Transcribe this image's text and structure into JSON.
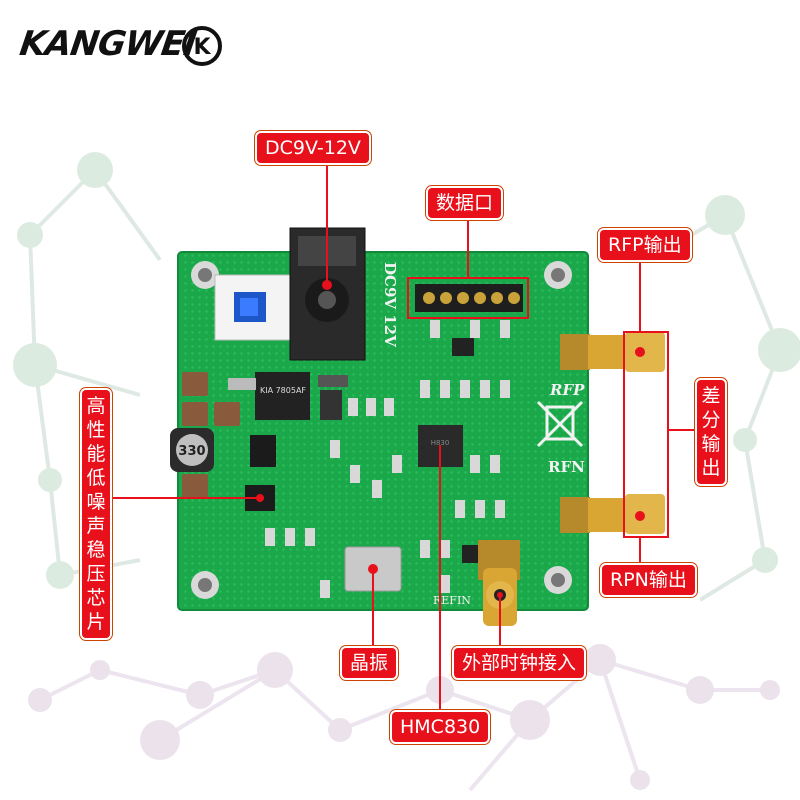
{
  "brand": {
    "name": "KANGWEI",
    "mark": "K"
  },
  "labels": {
    "power": "DC9V-12V",
    "data_port": "数据口",
    "rfp_out": "RFP输出",
    "diff_out": "差分输出",
    "rpn_out": "RPN输出",
    "ldo": "高性能低噪声稳压芯片",
    "crystal": "晶振",
    "ext_clock": "外部时钟接入",
    "chip": "HMC830"
  },
  "silkscreen": {
    "dc": "DC9V 12V",
    "rfp": "RFP",
    "rfn": "RFN",
    "refin": "REFIN",
    "inductor": "330",
    "reg": "KIA 7805AF"
  },
  "colors": {
    "pcb": "#1aa84a",
    "tag": "#e8101b",
    "node": "#cfe8d4"
  }
}
